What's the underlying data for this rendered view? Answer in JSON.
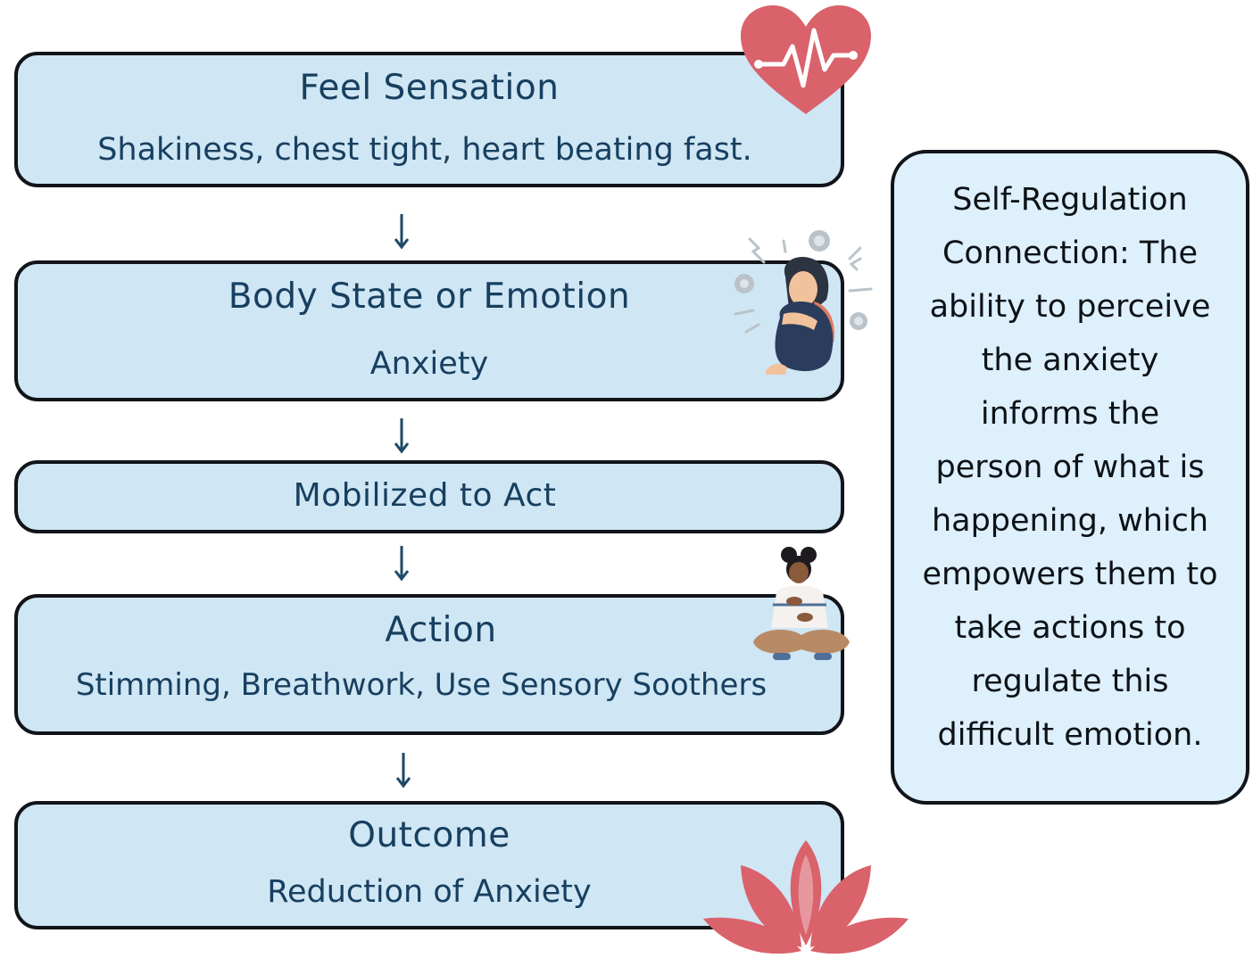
{
  "steps": [
    {
      "title": "Feel Sensation",
      "detail": "Shakiness, chest tight, heart beating fast."
    },
    {
      "title": "Body State or Emotion",
      "detail": "Anxiety"
    },
    {
      "title": "Mobilized to Act",
      "detail": ""
    },
    {
      "title": "Action",
      "detail": "Stimming, Breathwork, Use Sensory Soothers"
    },
    {
      "title": "Outcome",
      "detail": "Reduction of Anxiety"
    }
  ],
  "side_note": {
    "lines": [
      "Self-Regulation",
      "Connection: The",
      "ability to perceive",
      "the anxiety",
      "informs the",
      "person of what is",
      "happening, which",
      "empowers them to",
      "take actions to",
      "regulate this",
      "difficult emotion."
    ]
  },
  "icons": [
    "heartbeat-icon",
    "anxious-person-icon",
    "meditating-person-icon",
    "lotus-icon"
  ],
  "colors": {
    "box_fill": "#cfe6f4",
    "box_text": "#173f5f",
    "accent": "#d9626b",
    "side_fill": "#ddf0fb"
  }
}
